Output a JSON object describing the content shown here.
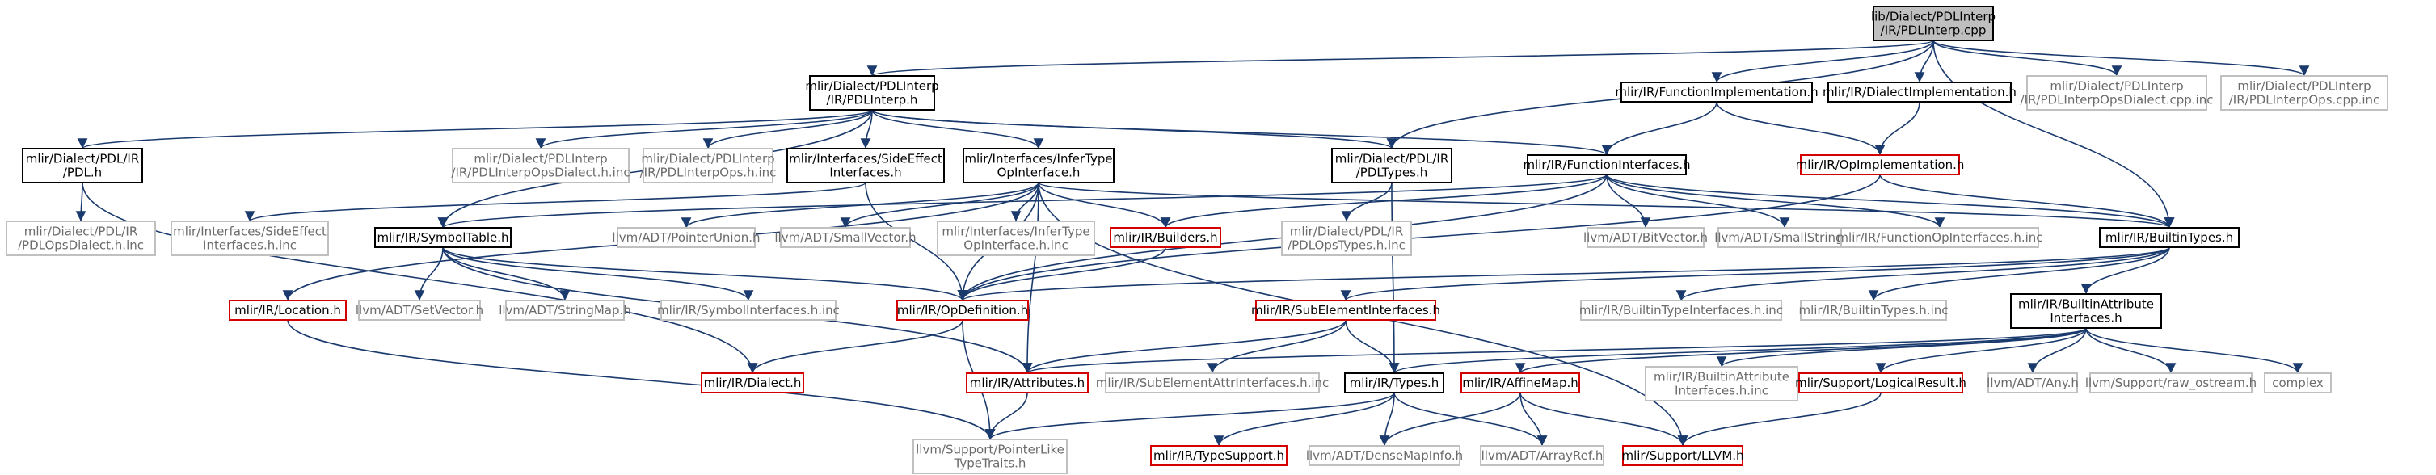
{
  "diagram": {
    "nodes": [
      {
        "id": "root",
        "lines": [
          "lib/Dialect/PDLInterp",
          "/IR/PDLInterp.cpp"
        ],
        "style": "root"
      },
      {
        "id": "pdlinterp_h",
        "lines": [
          "mlir/Dialect/PDLInterp",
          "/IR/PDLInterp.h"
        ],
        "style": "black"
      },
      {
        "id": "funcimpl_h",
        "lines": [
          "mlir/IR/FunctionImplementation.h"
        ],
        "style": "black"
      },
      {
        "id": "dialectimpl_h",
        "lines": [
          "mlir/IR/DialectImplementation.h"
        ],
        "style": "black"
      },
      {
        "id": "pdlinterpopsdialect_cpp",
        "lines": [
          "mlir/Dialect/PDLInterp",
          "/IR/PDLInterpOpsDialect.cpp.inc"
        ],
        "style": "grey"
      },
      {
        "id": "pdlinterpops_cpp",
        "lines": [
          "mlir/Dialect/PDLInterp",
          "/IR/PDLInterpOps.cpp.inc"
        ],
        "style": "grey"
      },
      {
        "id": "pdl_h",
        "lines": [
          "mlir/Dialect/PDL/IR",
          "/PDL.h"
        ],
        "style": "black"
      },
      {
        "id": "pdlinterpopsdialect_h",
        "lines": [
          "mlir/Dialect/PDLInterp",
          "/IR/PDLInterpOpsDialect.h.inc"
        ],
        "style": "grey"
      },
      {
        "id": "pdlinterpops_h",
        "lines": [
          "mlir/Dialect/PDLInterp",
          "/IR/PDLInterpOps.h.inc"
        ],
        "style": "grey"
      },
      {
        "id": "sideeffect_h",
        "lines": [
          "mlir/Interfaces/SideEffect",
          "Interfaces.h"
        ],
        "style": "black"
      },
      {
        "id": "infertype_h",
        "lines": [
          "mlir/Interfaces/InferType",
          "OpInterface.h"
        ],
        "style": "black"
      },
      {
        "id": "pdltypes_h",
        "lines": [
          "mlir/Dialect/PDL/IR",
          "/PDLTypes.h"
        ],
        "style": "black"
      },
      {
        "id": "funcinterfaces_h",
        "lines": [
          "mlir/IR/FunctionInterfaces.h"
        ],
        "style": "black"
      },
      {
        "id": "opimpl_h",
        "lines": [
          "mlir/IR/OpImplementation.h"
        ],
        "style": "red"
      },
      {
        "id": "pdlopsdialect_h",
        "lines": [
          "mlir/Dialect/PDL/IR",
          "/PDLOpsDialect.h.inc"
        ],
        "style": "grey"
      },
      {
        "id": "sideeffect_inc",
        "lines": [
          "mlir/Interfaces/SideEffect",
          "Interfaces.h.inc"
        ],
        "style": "grey"
      },
      {
        "id": "symboltable_h",
        "lines": [
          "mlir/IR/SymbolTable.h"
        ],
        "style": "black"
      },
      {
        "id": "pointerunion_h",
        "lines": [
          "llvm/ADT/PointerUnion.h"
        ],
        "style": "grey"
      },
      {
        "id": "smallvector_h",
        "lines": [
          "llvm/ADT/SmallVector.h"
        ],
        "style": "grey"
      },
      {
        "id": "infertype_inc",
        "lines": [
          "mlir/Interfaces/InferType",
          "OpInterface.h.inc"
        ],
        "style": "grey"
      },
      {
        "id": "builders_h",
        "lines": [
          "mlir/IR/Builders.h"
        ],
        "style": "red"
      },
      {
        "id": "pdlopstypes_h",
        "lines": [
          "mlir/Dialect/PDL/IR",
          "/PDLOpsTypes.h.inc"
        ],
        "style": "grey"
      },
      {
        "id": "bitvector_h",
        "lines": [
          "llvm/ADT/BitVector.h"
        ],
        "style": "grey"
      },
      {
        "id": "smallstring_h",
        "lines": [
          "llvm/ADT/SmallString.h"
        ],
        "style": "grey"
      },
      {
        "id": "funcopinterfaces_inc",
        "lines": [
          "mlir/IR/FunctionOpInterfaces.h.inc"
        ],
        "style": "grey"
      },
      {
        "id": "builtintypes_h",
        "lines": [
          "mlir/IR/BuiltinTypes.h"
        ],
        "style": "black"
      },
      {
        "id": "location_h",
        "lines": [
          "mlir/IR/Location.h"
        ],
        "style": "red"
      },
      {
        "id": "setvector_h",
        "lines": [
          "llvm/ADT/SetVector.h"
        ],
        "style": "grey"
      },
      {
        "id": "stringmap_h",
        "lines": [
          "llvm/ADT/StringMap.h"
        ],
        "style": "grey"
      },
      {
        "id": "symbolinterfaces_inc",
        "lines": [
          "mlir/IR/SymbolInterfaces.h.inc"
        ],
        "style": "grey"
      },
      {
        "id": "opdefinition_h",
        "lines": [
          "mlir/IR/OpDefinition.h"
        ],
        "style": "red"
      },
      {
        "id": "subelement_h",
        "lines": [
          "mlir/IR/SubElementInterfaces.h"
        ],
        "style": "red"
      },
      {
        "id": "builtintypeinterfaces_inc",
        "lines": [
          "mlir/IR/BuiltinTypeInterfaces.h.inc"
        ],
        "style": "grey"
      },
      {
        "id": "builtintypes_inc",
        "lines": [
          "mlir/IR/BuiltinTypes.h.inc"
        ],
        "style": "grey"
      },
      {
        "id": "builtinattrinterfaces_h",
        "lines": [
          "mlir/IR/BuiltinAttribute",
          "Interfaces.h"
        ],
        "style": "black"
      },
      {
        "id": "dialect_h",
        "lines": [
          "mlir/IR/Dialect.h"
        ],
        "style": "red"
      },
      {
        "id": "attributes_h",
        "lines": [
          "mlir/IR/Attributes.h"
        ],
        "style": "red"
      },
      {
        "id": "subelementattr_inc",
        "lines": [
          "mlir/IR/SubElementAttrInterfaces.h.inc"
        ],
        "style": "grey"
      },
      {
        "id": "types_h",
        "lines": [
          "mlir/IR/Types.h"
        ],
        "style": "black"
      },
      {
        "id": "affinemap_h",
        "lines": [
          "mlir/IR/AffineMap.h"
        ],
        "style": "red"
      },
      {
        "id": "builtinattrinterfaces_inc",
        "lines": [
          "mlir/IR/BuiltinAttribute",
          "Interfaces.h.inc"
        ],
        "style": "grey"
      },
      {
        "id": "logicalresult_h",
        "lines": [
          "mlir/Support/LogicalResult.h"
        ],
        "style": "red"
      },
      {
        "id": "any_h",
        "lines": [
          "llvm/ADT/Any.h"
        ],
        "style": "grey"
      },
      {
        "id": "raw_ostream_h",
        "lines": [
          "llvm/Support/raw_ostream.h"
        ],
        "style": "grey"
      },
      {
        "id": "complex",
        "lines": [
          "complex"
        ],
        "style": "grey"
      },
      {
        "id": "pointerliketypetraits_h",
        "lines": [
          "llvm/Support/PointerLike",
          "TypeTraits.h"
        ],
        "style": "grey"
      },
      {
        "id": "typesupport_h",
        "lines": [
          "mlir/IR/TypeSupport.h"
        ],
        "style": "red"
      },
      {
        "id": "densemapinfo_h",
        "lines": [
          "llvm/ADT/DenseMapInfo.h"
        ],
        "style": "grey"
      },
      {
        "id": "arrayref_h",
        "lines": [
          "llvm/ADT/ArrayRef.h"
        ],
        "style": "grey"
      },
      {
        "id": "llvm_h",
        "lines": [
          "mlir/Support/LLVM.h"
        ],
        "style": "red"
      }
    ],
    "edges": [
      [
        "root",
        "pdlinterp_h"
      ],
      [
        "root",
        "funcimpl_h"
      ],
      [
        "root",
        "dialectimpl_h"
      ],
      [
        "root",
        "pdlinterpopsdialect_cpp"
      ],
      [
        "root",
        "pdlinterpops_cpp"
      ],
      [
        "root",
        "pdltypes_h"
      ],
      [
        "root",
        "builtintypes_h"
      ],
      [
        "pdlinterp_h",
        "pdl_h"
      ],
      [
        "pdlinterp_h",
        "pdlinterpopsdialect_h"
      ],
      [
        "pdlinterp_h",
        "pdlinterpops_h"
      ],
      [
        "pdlinterp_h",
        "sideeffect_h"
      ],
      [
        "pdlinterp_h",
        "infertype_h"
      ],
      [
        "pdlinterp_h",
        "pdltypes_h"
      ],
      [
        "pdlinterp_h",
        "funcinterfaces_h"
      ],
      [
        "pdlinterp_h",
        "symboltable_h"
      ],
      [
        "funcimpl_h",
        "funcinterfaces_h"
      ],
      [
        "funcimpl_h",
        "opimpl_h"
      ],
      [
        "dialectimpl_h",
        "opimpl_h"
      ],
      [
        "pdl_h",
        "pdlopsdialect_h"
      ],
      [
        "pdl_h",
        "dialect_h"
      ],
      [
        "sideeffect_h",
        "sideeffect_inc"
      ],
      [
        "sideeffect_h",
        "opdefinition_h"
      ],
      [
        "infertype_h",
        "pointerunion_h"
      ],
      [
        "infertype_h",
        "smallvector_h"
      ],
      [
        "infertype_h",
        "infertype_inc"
      ],
      [
        "infertype_h",
        "builders_h"
      ],
      [
        "infertype_h",
        "location_h"
      ],
      [
        "infertype_h",
        "opdefinition_h"
      ],
      [
        "infertype_h",
        "attributes_h"
      ],
      [
        "infertype_h",
        "builtintypes_h"
      ],
      [
        "infertype_h",
        "llvm_h"
      ],
      [
        "pdltypes_h",
        "pdlopstypes_h"
      ],
      [
        "pdltypes_h",
        "types_h"
      ],
      [
        "funcinterfaces_h",
        "bitvector_h"
      ],
      [
        "funcinterfaces_h",
        "smallstring_h"
      ],
      [
        "funcinterfaces_h",
        "funcopinterfaces_inc"
      ],
      [
        "funcinterfaces_h",
        "builtintypes_h"
      ],
      [
        "funcinterfaces_h",
        "builders_h"
      ],
      [
        "funcinterfaces_h",
        "opdefinition_h"
      ],
      [
        "funcinterfaces_h",
        "symboltable_h"
      ],
      [
        "opimpl_h",
        "builtintypes_h"
      ],
      [
        "opimpl_h",
        "opdefinition_h"
      ],
      [
        "symboltable_h",
        "setvector_h"
      ],
      [
        "symboltable_h",
        "stringmap_h"
      ],
      [
        "symboltable_h",
        "symbolinterfaces_inc"
      ],
      [
        "symboltable_h",
        "opdefinition_h"
      ],
      [
        "symboltable_h",
        "attributes_h"
      ],
      [
        "builders_h",
        "opdefinition_h"
      ],
      [
        "builtintypes_h",
        "subelement_h"
      ],
      [
        "builtintypes_h",
        "builtintypeinterfaces_inc"
      ],
      [
        "builtintypes_h",
        "builtintypes_inc"
      ],
      [
        "builtintypes_h",
        "builtinattrinterfaces_h"
      ],
      [
        "builtintypes_h",
        "opdefinition_h"
      ],
      [
        "location_h",
        "pointerliketypetraits_h"
      ],
      [
        "opdefinition_h",
        "dialect_h"
      ],
      [
        "opdefinition_h",
        "pointerliketypetraits_h"
      ],
      [
        "subelement_h",
        "attributes_h"
      ],
      [
        "subelement_h",
        "subelementattr_inc"
      ],
      [
        "subelement_h",
        "types_h"
      ],
      [
        "builtinattrinterfaces_h",
        "attributes_h"
      ],
      [
        "builtinattrinterfaces_h",
        "types_h"
      ],
      [
        "builtinattrinterfaces_h",
        "affinemap_h"
      ],
      [
        "builtinattrinterfaces_h",
        "builtinattrinterfaces_inc"
      ],
      [
        "builtinattrinterfaces_h",
        "logicalresult_h"
      ],
      [
        "builtinattrinterfaces_h",
        "any_h"
      ],
      [
        "builtinattrinterfaces_h",
        "raw_ostream_h"
      ],
      [
        "builtinattrinterfaces_h",
        "complex"
      ],
      [
        "attributes_h",
        "pointerliketypetraits_h"
      ],
      [
        "types_h",
        "pointerliketypetraits_h"
      ],
      [
        "types_h",
        "typesupport_h"
      ],
      [
        "types_h",
        "densemapinfo_h"
      ],
      [
        "types_h",
        "arrayref_h"
      ],
      [
        "affinemap_h",
        "densemapinfo_h"
      ],
      [
        "affinemap_h",
        "arrayref_h"
      ],
      [
        "affinemap_h",
        "llvm_h"
      ],
      [
        "logicalresult_h",
        "llvm_h"
      ]
    ]
  }
}
